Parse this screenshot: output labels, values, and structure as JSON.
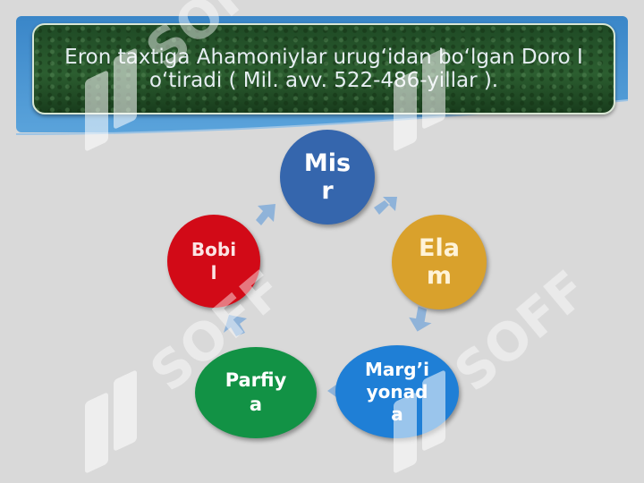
{
  "title": "Eron taxtiga Ahamoniylar urug‘idan bo‘lgan Doro I o‘tiradi ( Mil. avv. 522-486-yillar ).",
  "nodes": [
    {
      "label": "Mis\nr",
      "color": "#3566ad"
    },
    {
      "label": "Ela\nm",
      "color": "#d9a12c"
    },
    {
      "label": "Marg’i\nyonad\na",
      "color": "#1f7fd6"
    },
    {
      "label": "Parfiy\na",
      "color": "#129245"
    },
    {
      "label": "Bobi\nl",
      "color": "#d20a17"
    }
  ],
  "watermark": "SOFF",
  "colors": {
    "header_blue": "#3a86c8",
    "title_panel": "#2c5e30",
    "arrow": "#8fb3d9",
    "background": "#d9d9d9"
  }
}
